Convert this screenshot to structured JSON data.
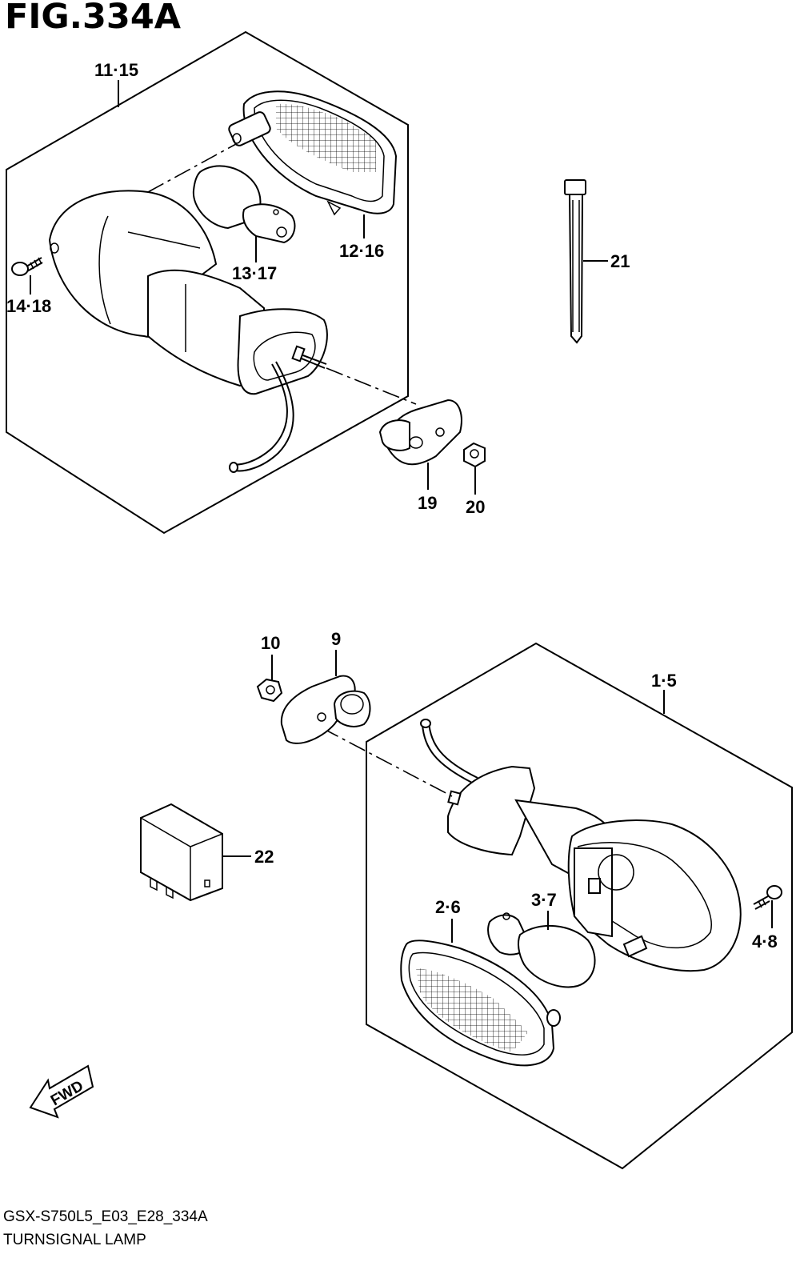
{
  "figure_title": "FIG.334A",
  "footer": {
    "model_code": "GSX-S750L5_E03_E28_334A",
    "section_name": "TURNSIGNAL LAMP"
  },
  "fwd_label": "FWD",
  "callouts": {
    "c11_15": "11·15",
    "c12_16": "12·16",
    "c13_17": "13·17",
    "c14_18": "14·18",
    "c19": "19",
    "c20": "20",
    "c21": "21",
    "c10": "10",
    "c9": "9",
    "c1_5": "1·5",
    "c22": "22",
    "c2_6": "2·6",
    "c3_7": "3·7",
    "c4_8": "4·8"
  },
  "colors": {
    "line": "#000000",
    "background": "#ffffff"
  }
}
